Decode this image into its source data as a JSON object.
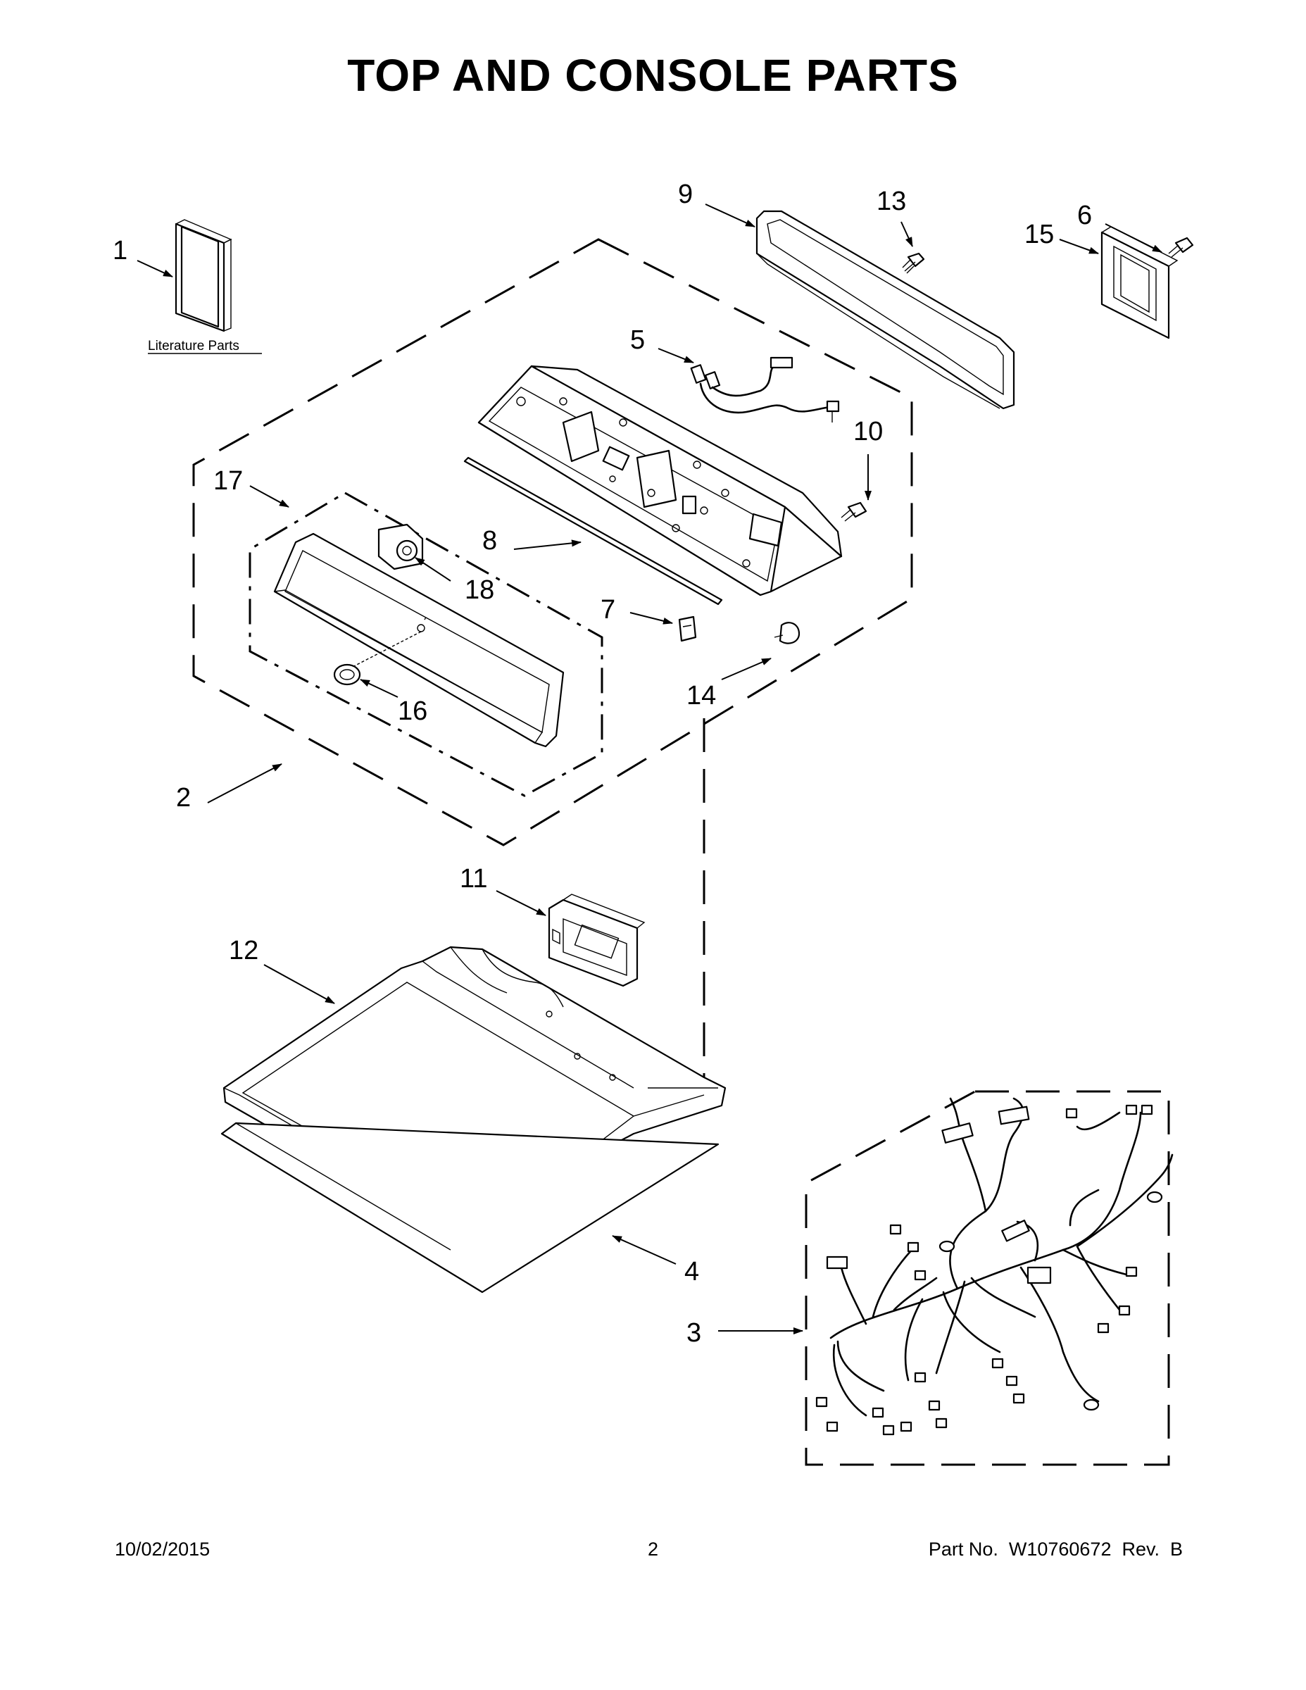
{
  "title": "TOP AND CONSOLE PARTS",
  "literature_label": "Literature Parts",
  "callouts": {
    "c1": "1",
    "c2": "2",
    "c3": "3",
    "c4": "4",
    "c5": "5",
    "c6": "6",
    "c7": "7",
    "c8": "8",
    "c9": "9",
    "c10": "10",
    "c11": "11",
    "c12": "12",
    "c13": "13",
    "c14": "14",
    "c15": "15",
    "c16": "16",
    "c17": "17",
    "c18": "18"
  },
  "footer": {
    "date": "10/02/2015",
    "page": "2",
    "part_number": "Part No.  W10760672  Rev.  B"
  }
}
